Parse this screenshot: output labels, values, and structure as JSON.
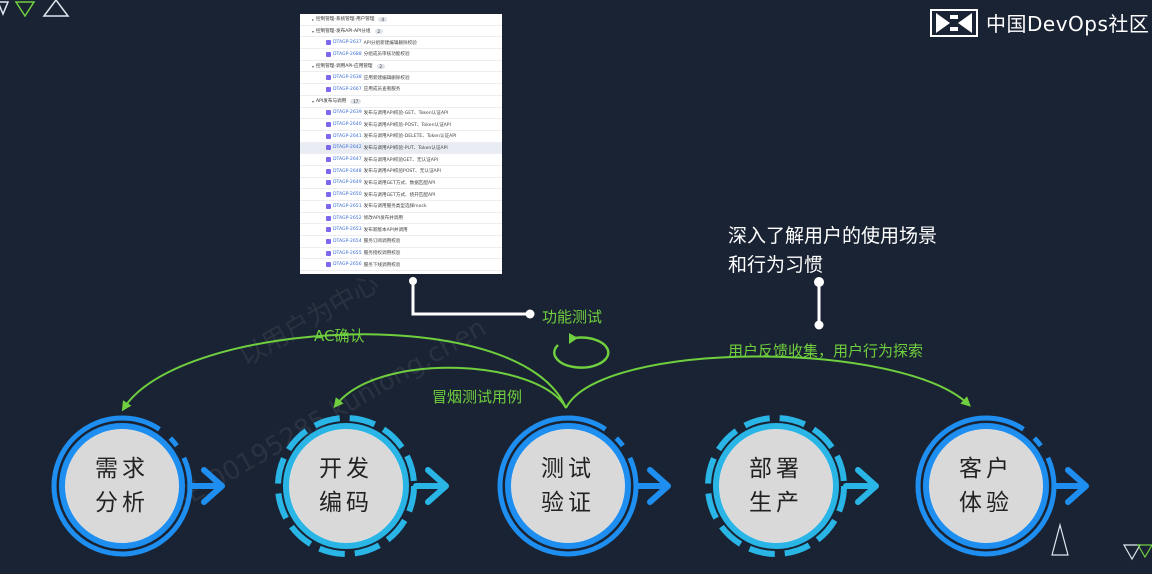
{
  "logo": {
    "text": "中国DevOps社区"
  },
  "screenshot": {
    "rows": [
      {
        "kind": "group",
        "chev": "▸",
        "text": "控制管理-系统管理-用户管理",
        "count": "4"
      },
      {
        "kind": "group",
        "chev": "▾",
        "text": "控制管理-发布API-API分组",
        "count": "2"
      },
      {
        "kind": "item",
        "id": "DTAGP-2637",
        "text": "API分组新建编辑删除校验"
      },
      {
        "kind": "item",
        "id": "DTAGP-2688",
        "text": "分组成员审核功能校验"
      },
      {
        "kind": "group",
        "chev": "▾",
        "text": "控制管理-调用API-应用管理",
        "count": "2"
      },
      {
        "kind": "item",
        "id": "DTAGP-2638",
        "text": "应用新建编辑删除校验"
      },
      {
        "kind": "item",
        "id": "DTAGP-2667",
        "text": "应用成员查看服务"
      },
      {
        "kind": "group",
        "chev": "▾",
        "text": "API发布与调用",
        "count": "17"
      },
      {
        "kind": "item",
        "id": "DTAGP-2639",
        "text": "发布与调用API校验-GET、Token认证API"
      },
      {
        "kind": "item",
        "id": "DTAGP-2640",
        "text": "发布与调用API校验-POST、Token认证API"
      },
      {
        "kind": "item",
        "id": "DTAGP-2641",
        "text": "发布与调用API校验-DELETE、Token认证API"
      },
      {
        "kind": "item",
        "id": "DTAGP-2642",
        "text": "发布与调用API校验-PUT、Token认证API",
        "highlight": true
      },
      {
        "kind": "item",
        "id": "DTAGP-2647",
        "text": "发布与调用API校验GET、无认证API"
      },
      {
        "kind": "item",
        "id": "DTAGP-2648",
        "text": "发布与调用API校验POST、无认证API"
      },
      {
        "kind": "item",
        "id": "DTAGP-2649",
        "text": "发布与调用GET方式、数据匹配API"
      },
      {
        "kind": "item",
        "id": "DTAGP-2650",
        "text": "发布与调用GET方式、绕开匹配API"
      },
      {
        "kind": "item",
        "id": "DTAGP-2651",
        "text": "发布与调用服务类型选择mock"
      },
      {
        "kind": "item",
        "id": "DTAGP-2652",
        "text": "修改API发布并调用"
      },
      {
        "kind": "item",
        "id": "DTAGP-2653",
        "text": "发布新版本API并调用"
      },
      {
        "kind": "item",
        "id": "DTAGP-2654",
        "text": "服务订阅调用校验"
      },
      {
        "kind": "item",
        "id": "DTAGP-2655",
        "text": "服务授权调用校验"
      },
      {
        "kind": "item",
        "id": "DTAGP-2656",
        "text": "服务下线调用校验"
      }
    ]
  },
  "annotations": {
    "functional_test": "功能测试",
    "ac_confirm": "AC确认",
    "smoke_test": "冒烟测试用例",
    "user_feedback": "用户反馈收集，用户行为探索",
    "insight_line1": "深入了解用户的使用场景",
    "insight_line2": "和行为习惯"
  },
  "stages": [
    {
      "line1": "需求",
      "line2": "分析",
      "ring": "solid"
    },
    {
      "line1": "开发",
      "line2": "编码",
      "ring": "dashed"
    },
    {
      "line1": "测试",
      "line2": "验证",
      "ring": "solid"
    },
    {
      "line1": "部署",
      "line2": "生产",
      "ring": "dashed"
    },
    {
      "line1": "客户",
      "line2": "体验",
      "ring": "solid"
    }
  ],
  "watermark": {
    "line1": "以用户为中心",
    "line2": "SE-00195285  kunlong.chen"
  },
  "colors": {
    "background": "#1a2333",
    "accent_green": "#6fcf3e",
    "ring_blue": "#1e8ff0",
    "ring_cyan": "#29b6e6",
    "arrow_blue": "#1e8ff0"
  }
}
